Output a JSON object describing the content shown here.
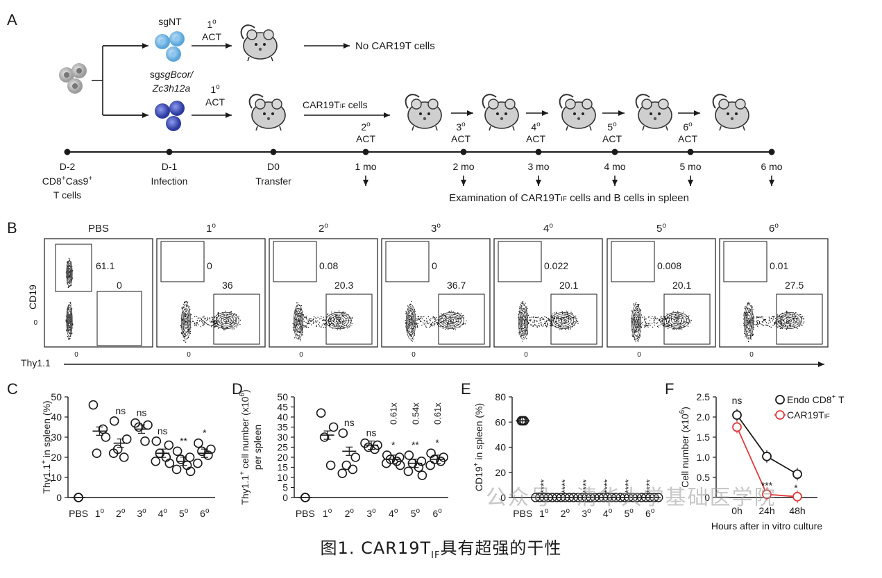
{
  "caption": {
    "prefix": "图1. CAR19T",
    "sub": "IF",
    "suffix": "具有超强的干性"
  },
  "watermark": "公众号 · 清华大学基础医学院",
  "panelA": {
    "label": "A",
    "sgNT": "sgNT",
    "sgBcor_line1": "sgBcor/",
    "sgBcor_line2": "Zc3h12a",
    "act1": "1",
    "act_word": "ACT",
    "no_car": "No CAR19T cells",
    "car_cells": "CAR19T",
    "car_sub": "IF",
    "car_cells_suffix": " cells",
    "timeline": [
      {
        "l1": "D-2",
        "l2": "CD8+Cas9+",
        "l3": "T cells"
      },
      {
        "l1": "D-1",
        "l2": "Infection",
        "l3": ""
      },
      {
        "l1": "D0",
        "l2": "Transfer",
        "l3": ""
      },
      {
        "l1": "1 mo",
        "l2": "",
        "l3": ""
      },
      {
        "l1": "2 mo",
        "l2": "",
        "l3": ""
      },
      {
        "l1": "3 mo",
        "l2": "",
        "l3": ""
      },
      {
        "l1": "4 mo",
        "l2": "",
        "l3": ""
      },
      {
        "l1": "5 mo",
        "l2": "",
        "l3": ""
      },
      {
        "l1": "6 mo",
        "l2": "",
        "l3": ""
      }
    ],
    "act_rounds": [
      "2",
      "3",
      "4",
      "5",
      "6"
    ],
    "exam": "Examination of CAR19T",
    "exam_sub": "IF",
    "exam_suffix": " cells and B cells in spleen"
  },
  "panelB": {
    "label": "B",
    "ylabel": "CD19",
    "xlabel": "Thy1.1",
    "tick0": "0",
    "plots": [
      {
        "title": "PBS",
        "top": "61.1",
        "bottom": "0"
      },
      {
        "title": "1",
        "top": "0",
        "bottom": "36"
      },
      {
        "title": "2",
        "top": "0.08",
        "bottom": "20.3"
      },
      {
        "title": "3",
        "top": "0",
        "bottom": "36.7"
      },
      {
        "title": "4",
        "top": "0.022",
        "bottom": "20.1"
      },
      {
        "title": "5",
        "top": "0.008",
        "bottom": "20.1"
      },
      {
        "title": "6",
        "top": "0.01",
        "bottom": "27.5"
      }
    ]
  },
  "chart_data": [
    {
      "panel": "C",
      "type": "scatter",
      "ylabel": "Thy1.1+ in spleen (%)",
      "categories": [
        "PBS",
        "1",
        "2",
        "3",
        "4",
        "5",
        "6"
      ],
      "ylim": [
        0,
        50
      ],
      "yticks": [
        0,
        10,
        20,
        30,
        40,
        50
      ],
      "points": [
        [
          0,
          0,
          0,
          0
        ],
        [
          46,
          30,
          22,
          34
        ],
        [
          38,
          29,
          24,
          20,
          22
        ],
        [
          37,
          36,
          35,
          28
        ],
        [
          28,
          26,
          22,
          20,
          18,
          17
        ],
        [
          23,
          20,
          19,
          16,
          14,
          13
        ],
        [
          27,
          24,
          23,
          21,
          17
        ]
      ],
      "mean": [
        0,
        33,
        27,
        34,
        22,
        18,
        22
      ],
      "sig": [
        "",
        "",
        "ns",
        "ns",
        "ns",
        "**",
        "*"
      ]
    },
    {
      "panel": "D",
      "type": "scatter",
      "ylabel": "Thy1.1+ cell number per spleen (x10^6)",
      "categories": [
        "PBS",
        "1",
        "2",
        "3",
        "4",
        "5",
        "6"
      ],
      "ylim": [
        0,
        50
      ],
      "yticks": [
        0,
        5,
        10,
        15,
        20,
        25,
        30,
        35,
        40,
        45,
        50
      ],
      "points": [
        [
          0,
          0,
          0,
          0
        ],
        [
          42,
          35,
          30,
          16
        ],
        [
          32,
          20,
          16,
          14,
          12
        ],
        [
          27,
          26,
          25,
          24
        ],
        [
          21,
          20,
          19,
          18,
          17,
          16
        ],
        [
          21,
          18,
          17,
          15,
          13,
          11
        ],
        [
          22,
          20,
          19,
          18,
          16
        ]
      ],
      "mean": [
        0,
        31,
        23,
        26,
        19,
        17,
        19
      ],
      "sig": [
        "",
        "",
        "ns",
        "ns",
        "*",
        "**",
        "*"
      ],
      "fold": [
        "",
        "",
        "",
        "",
        "0.61x",
        "0.54x",
        "0.61x"
      ]
    },
    {
      "panel": "E",
      "type": "scatter",
      "ylabel": "CD19+ in spleen (%)",
      "categories": [
        "PBS",
        "1",
        "2",
        "3",
        "4",
        "5",
        "6"
      ],
      "ylim": [
        0,
        80
      ],
      "yticks": [
        0,
        20,
        40,
        60,
        80
      ],
      "mean": [
        61,
        0,
        0,
        0,
        0,
        0,
        0
      ],
      "sig": [
        "",
        "****",
        "****",
        "****",
        "****",
        "****",
        "****"
      ]
    },
    {
      "panel": "F",
      "type": "line",
      "xlabel": "Hours after in vitro culture",
      "ylabel": "Cell number (x10^6)",
      "categories": [
        "0h",
        "24h",
        "48h"
      ],
      "ylim": [
        0,
        2.5
      ],
      "yticks": [
        "0",
        "0.5",
        "1.0",
        "1.5",
        "2.0",
        "2.5"
      ],
      "series": [
        {
          "name": "Endo CD8+ T",
          "color": "#1a1a1a",
          "values": [
            2.05,
            1.02,
            0.58
          ]
        },
        {
          "name": "CAR19TIF",
          "color": "#e23b3b",
          "values": [
            1.75,
            0.08,
            0.02
          ]
        }
      ],
      "sig": [
        "ns",
        "***",
        "*"
      ]
    }
  ],
  "panel_labels": {
    "C": "C",
    "D": "D",
    "E": "E",
    "F": "F"
  },
  "legendF": {
    "l1": "Endo CD8",
    "l1sup": "+",
    "l1tail": " T",
    "l2": "CAR19T",
    "l2sub": "IF"
  },
  "cd_sup": "+",
  "circle_sup": "o",
  "unit_sup": "6"
}
